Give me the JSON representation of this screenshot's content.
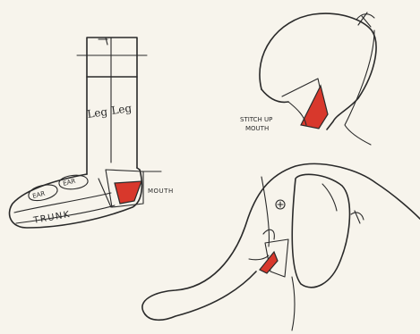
{
  "labels": {
    "leg_left": "Leg",
    "leg_right": "Leg",
    "ear_left": "EAR",
    "ear_right": "EAR",
    "trunk": "TRUNK",
    "mouth": "MOUTH",
    "stitch_line1": "STITCH UP",
    "stitch_line2": "MOUTH"
  },
  "colors": {
    "ink": "#2a2a2a",
    "accent_red": "#d8382c",
    "paper": "#f7f4ec"
  }
}
